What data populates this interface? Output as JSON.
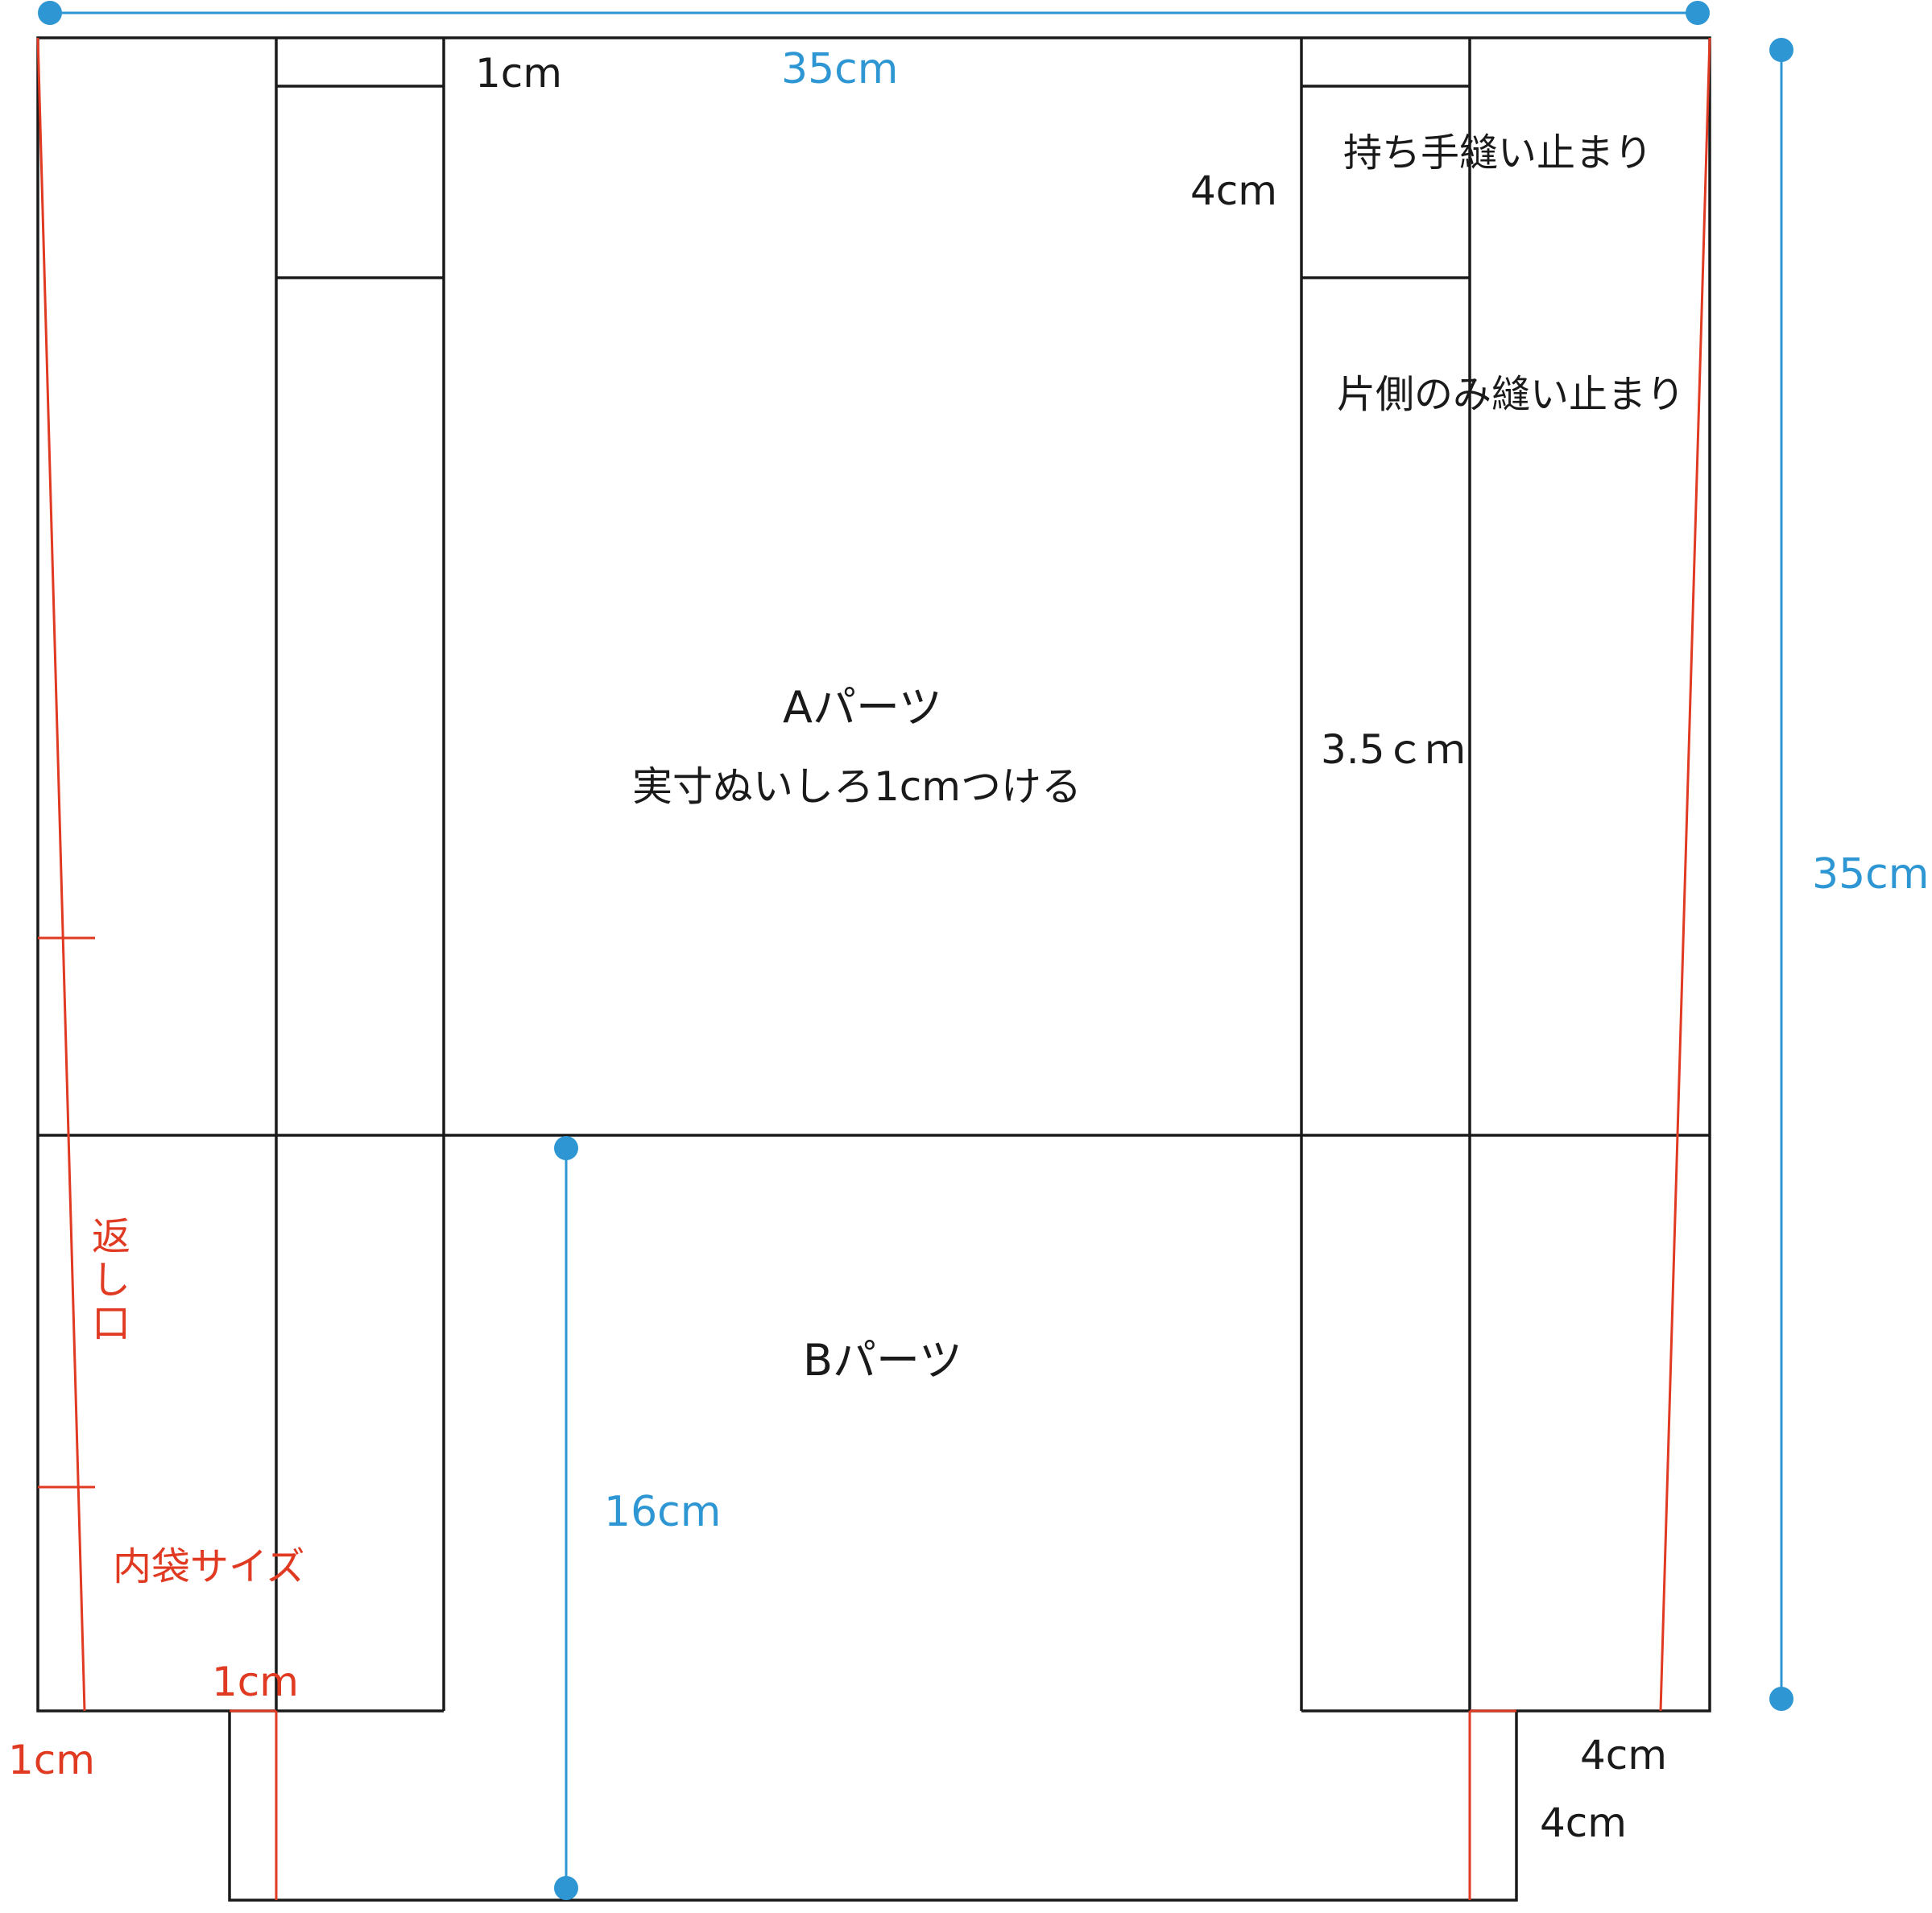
{
  "colors": {
    "outline": "#1a1a1a",
    "dimension": "#2d96d3",
    "inner_bag": "#e03a22"
  },
  "labels": {
    "top_width": "35cm",
    "right_height": "35cm",
    "pocket_height": "16cm",
    "top_seam": "1cm",
    "handle_height": "4cm",
    "handle_stop": "持ち手縫い止まり",
    "one_side_stop": "片側のみ縫い止まり",
    "handle_width": "3.5ｃｍ",
    "part_a": "Aパーツ",
    "seam_allowance": "実寸ぬいしろ1cmつける",
    "part_b": "Bパーツ",
    "return_opening": "返し口",
    "inner_bag_size": "内袋サイズ",
    "inner_margin_bottom": "1cm",
    "inner_margin_left": "1cm",
    "gusset_width": "4cm",
    "gusset_height": "4cm"
  }
}
